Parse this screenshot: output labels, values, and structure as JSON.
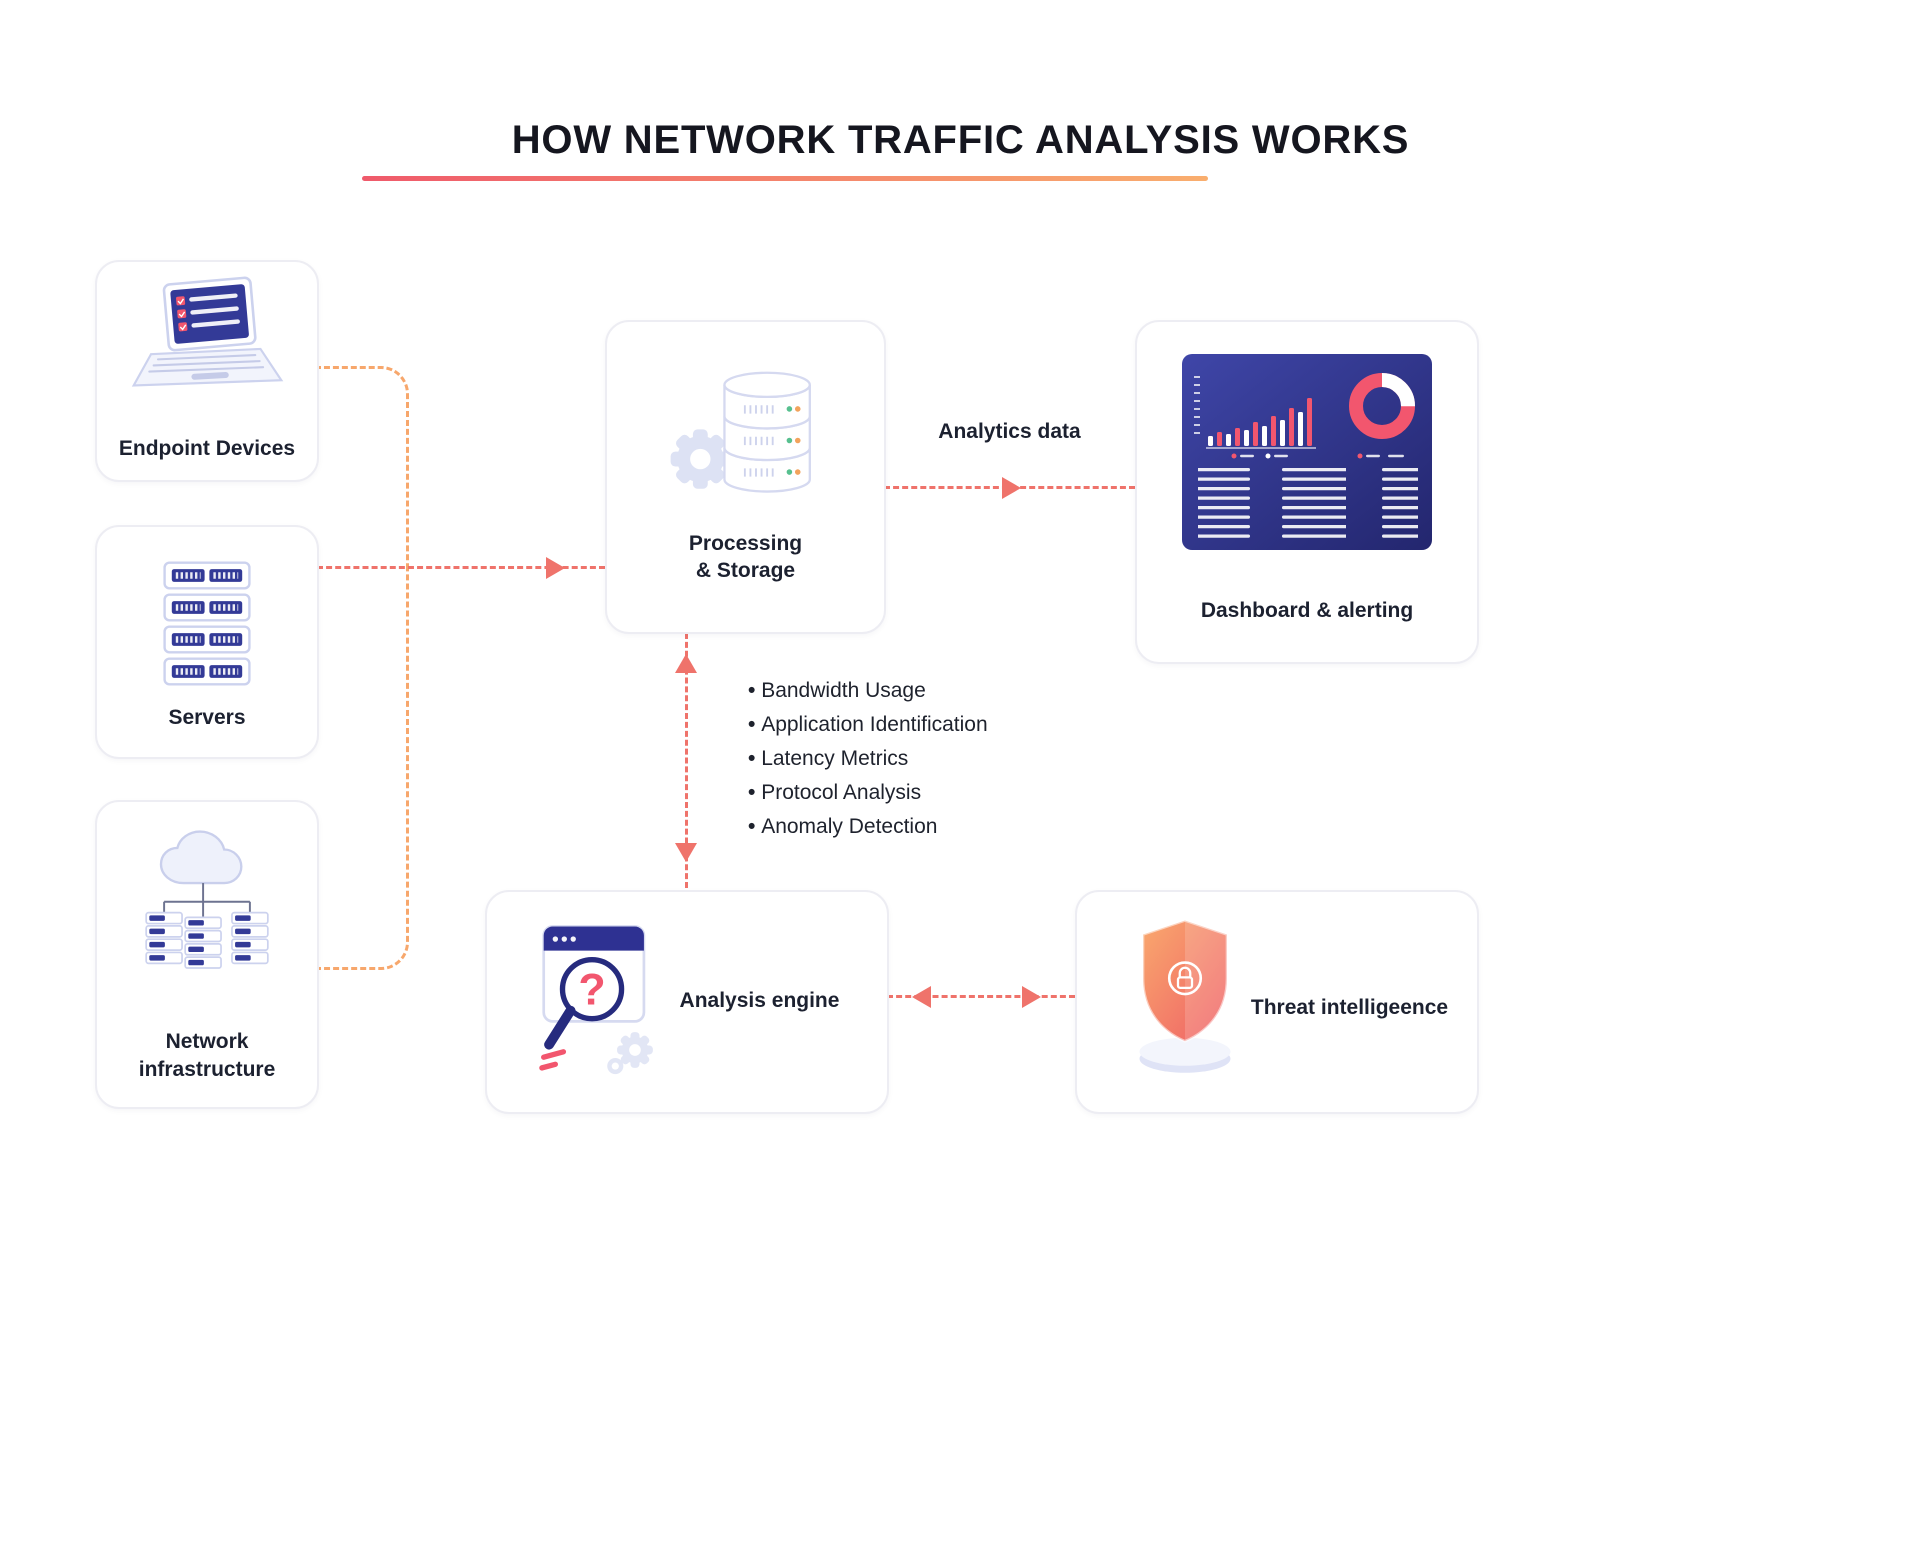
{
  "title": "HOW NETWORK TRAFFIC ANALYSIS WORKS",
  "nodes": {
    "endpoint": {
      "label": "Endpoint Devices"
    },
    "servers": {
      "label": "Servers"
    },
    "network": {
      "label": "Network infrastructure"
    },
    "processing": {
      "line1": "Processing",
      "line2": "& Storage"
    },
    "dashboard": {
      "label": "Dashboard & alerting"
    },
    "analysis": {
      "label": "Analysis engine"
    },
    "threat": {
      "label": "Threat intelligeence"
    }
  },
  "connectors": {
    "analytics_label": "Analytics data"
  },
  "details": {
    "items": [
      "Bandwidth Usage",
      "Application Identification",
      "Latency Metrics",
      "Protocol Analysis",
      "Anomaly Detection"
    ]
  },
  "icons": {
    "endpoint": "laptop-checklist-icon",
    "servers": "server-stack-icon",
    "network": "cloud-network-icon",
    "processing": "database-gear-icon",
    "dashboard": "analytics-dashboard-icon",
    "analysis": "magnifier-browser-icon",
    "threat": "shield-lock-icon",
    "analysis_question_mark": "?"
  },
  "colors": {
    "accent_orange": "#F7A76C",
    "accent_salmon": "#EF736B",
    "navy": "#2E3192",
    "red": "#F2566E",
    "underline_start": "#EF5A6B",
    "underline_end": "#F9AE6E"
  }
}
